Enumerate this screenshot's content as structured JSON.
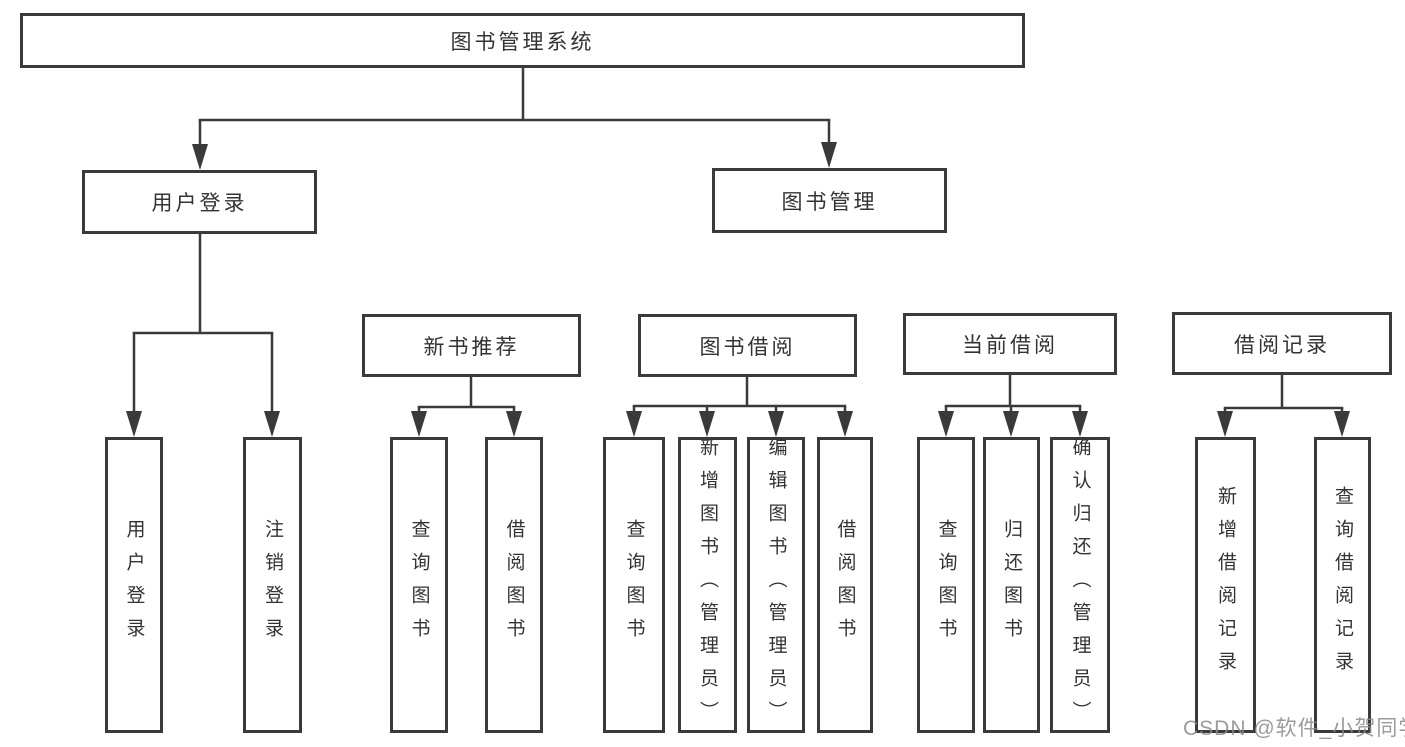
{
  "diagram": {
    "colors": {
      "line": "#3a3a3a",
      "border": "#3a3a3a",
      "text": "#333333",
      "background": "#ffffff",
      "watermark": "#8a8a8a"
    },
    "watermark": "CSDN @软件_小贺同学",
    "nodes": {
      "root": {
        "label": "图书管理系统"
      },
      "userLogin": {
        "label": "用户登录"
      },
      "bookManagement": {
        "label": "图书管理"
      },
      "newBookRecommend": {
        "label": "新书推荐"
      },
      "bookBorrowing": {
        "label": "图书借阅"
      },
      "currentBorrowing": {
        "label": "当前借阅"
      },
      "borrowingRecords": {
        "label": "借阅记录"
      },
      "leafUserLogin": {
        "label": "用户登录"
      },
      "leafLogout": {
        "label": "注销登录"
      },
      "leafRecQueryBooks": {
        "label": "查询图书"
      },
      "leafRecBorrowBooks": {
        "label": "借阅图书"
      },
      "leafBbQueryBooks": {
        "label": "查询图书"
      },
      "leafBbAddBooks": {
        "label": "新增图书（管理员）"
      },
      "leafBbEditBooks": {
        "label": "编辑图书（管理员）"
      },
      "leafBbBorrowBooks": {
        "label": "借阅图书"
      },
      "leafCbQueryBooks": {
        "label": "查询图书"
      },
      "leafCbReturnBooks": {
        "label": "归还图书"
      },
      "leafCbConfirmReturn": {
        "label": "确认归还（管理员）"
      },
      "leafBrAddRecord": {
        "label": "新增借阅记录"
      },
      "leafBrQueryRecord": {
        "label": "查询借阅记录"
      }
    }
  }
}
